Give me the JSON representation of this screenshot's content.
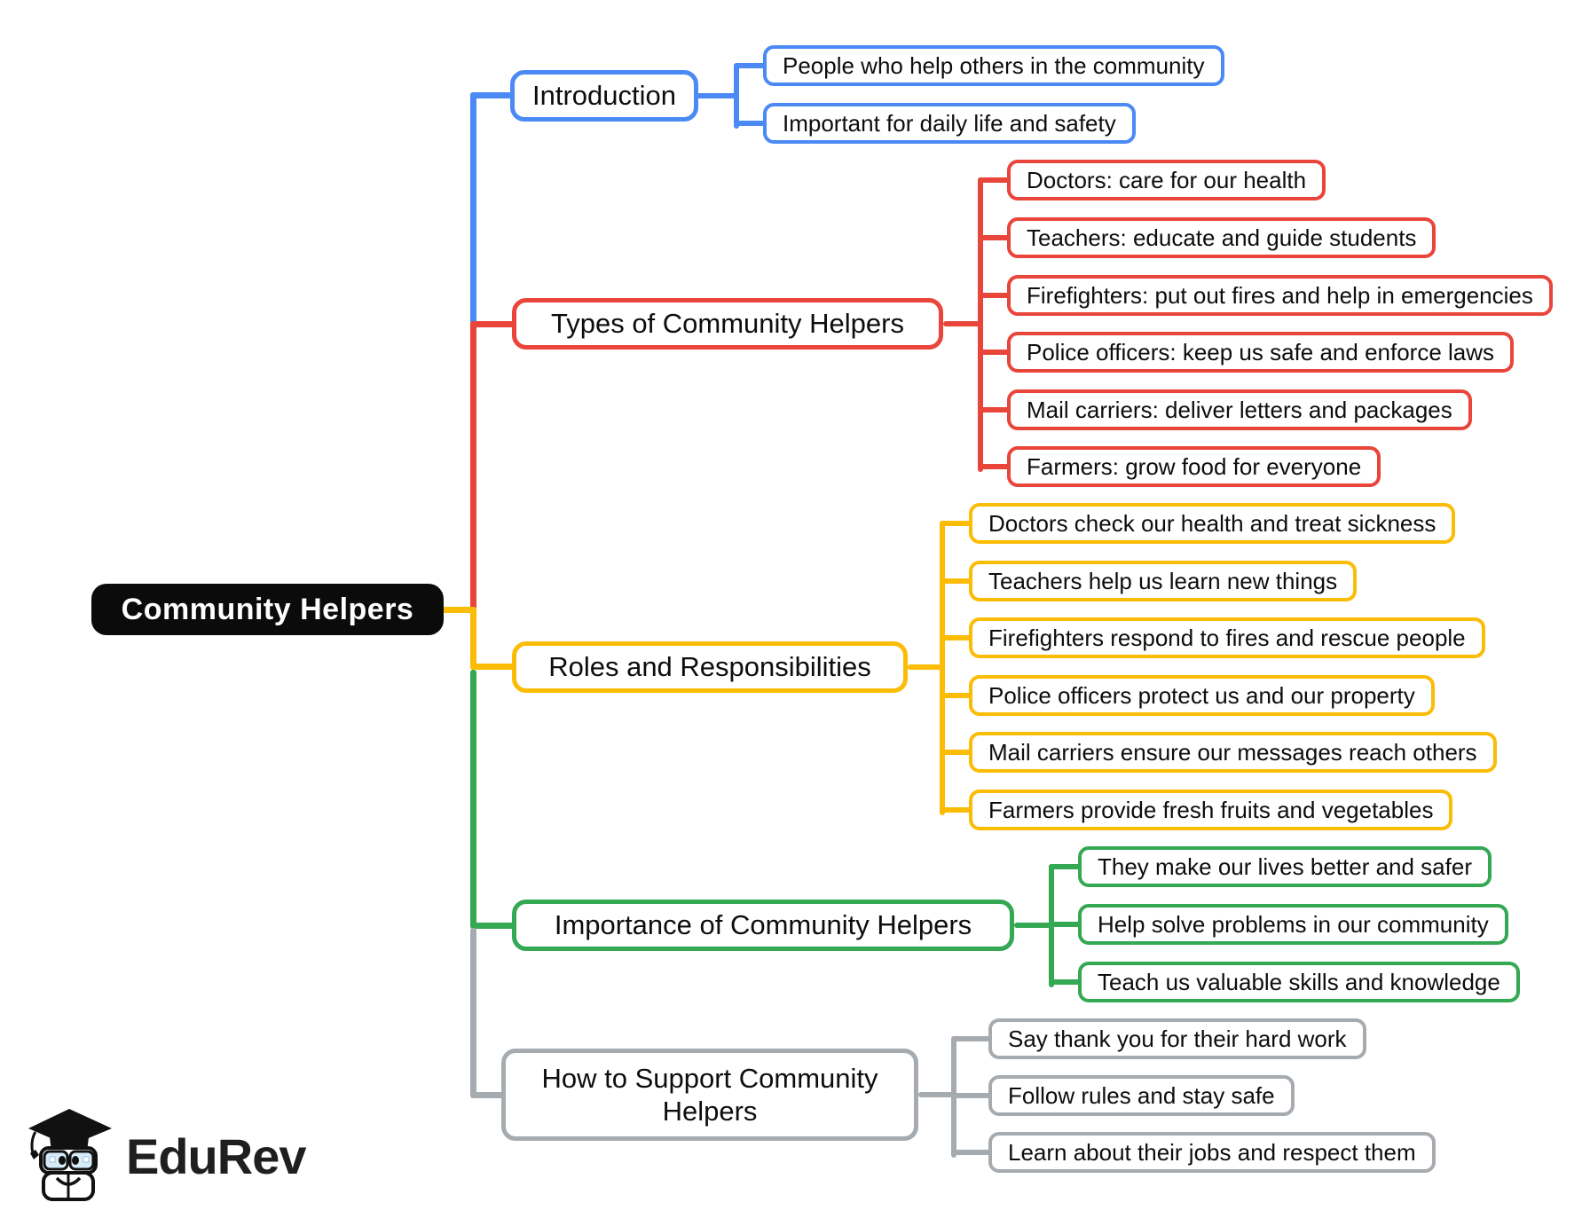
{
  "palette": {
    "blue": "#4B8AF4",
    "red": "#E9453A",
    "yellow": "#FBBC05",
    "green": "#34A853",
    "gray": "#A6ABB0",
    "root_bg": "#0B0B0B",
    "logo_text": "#1F1F1F",
    "bg": "#FFFFFF"
  },
  "mindmap": {
    "root": {
      "label": "Community Helpers"
    },
    "branches": [
      {
        "label": "Introduction",
        "color": "blue",
        "children": [
          "People who help others in the community",
          "Important for daily life and safety"
        ]
      },
      {
        "label": "Types of Community Helpers",
        "color": "red",
        "children": [
          "Doctors: care for our health",
          "Teachers: educate and guide students",
          "Firefighters: put out fires and help in emergencies",
          "Police officers: keep us safe and enforce laws",
          "Mail carriers: deliver letters and packages",
          "Farmers: grow food for everyone"
        ]
      },
      {
        "label": "Roles and Responsibilities",
        "color": "yellow",
        "children": [
          "Doctors check our health and treat sickness",
          "Teachers help us learn new things",
          "Firefighters respond to fires and rescue people",
          "Police officers protect us and our property",
          "Mail carriers ensure our messages reach others",
          "Farmers provide fresh fruits and vegetables"
        ]
      },
      {
        "label": "Importance of Community Helpers",
        "color": "green",
        "children": [
          "They make our lives better and safer",
          "Help solve problems in our community",
          "Teach us valuable skills and knowledge"
        ]
      },
      {
        "label": "How to Support Community Helpers",
        "color": "gray",
        "children": [
          "Say thank you for their hard work",
          "Follow rules and stay safe",
          "Learn about their jobs and respect them"
        ]
      }
    ]
  },
  "logo": {
    "brand": "EduRev"
  }
}
